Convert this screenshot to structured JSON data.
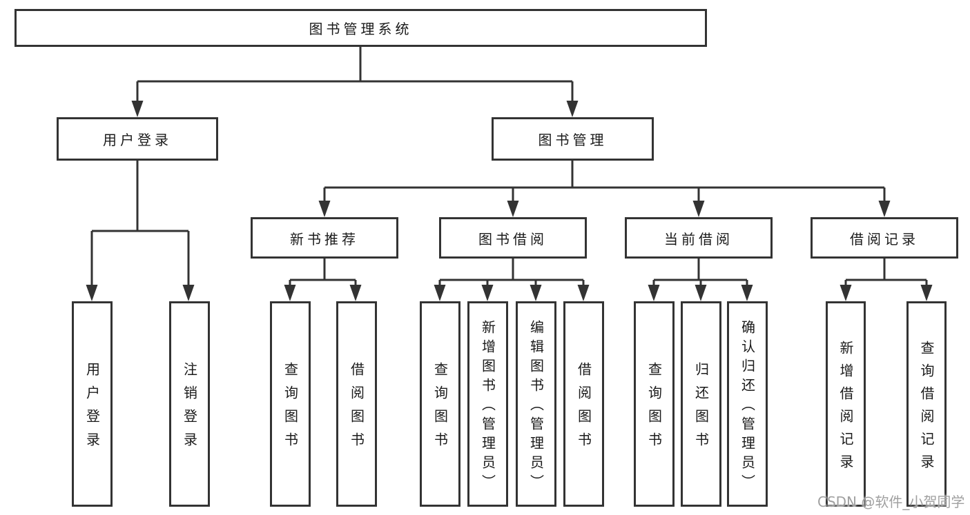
{
  "tree": {
    "label": "图书管理系统",
    "children": [
      {
        "label": "用户登录",
        "children": [
          {
            "label": "用户登录"
          },
          {
            "label": "注销登录"
          }
        ]
      },
      {
        "label": "图书管理",
        "children": [
          {
            "label": "新书推荐",
            "children": [
              {
                "label": "查询图书"
              },
              {
                "label": "借阅图书"
              }
            ]
          },
          {
            "label": "图书借阅",
            "children": [
              {
                "label": "查询图书"
              },
              {
                "label": "新增图书（管理员）"
              },
              {
                "label": "编辑图书（管理员）"
              },
              {
                "label": "借阅图书"
              }
            ]
          },
          {
            "label": "当前借阅",
            "children": [
              {
                "label": "查询图书"
              },
              {
                "label": "归还图书"
              },
              {
                "label": "确认归还（管理员）"
              }
            ]
          },
          {
            "label": "借阅记录",
            "children": [
              {
                "label": "新增借阅记录"
              },
              {
                "label": "查询借阅记录"
              }
            ]
          }
        ]
      }
    ]
  },
  "watermark": {
    "text": "CSDN @软件_小贺同学"
  },
  "colors": {
    "line": "#333333",
    "box_border": "#333333",
    "text": "#1a1a1a",
    "background": "#ffffff",
    "watermark": "#a0a0a0"
  }
}
